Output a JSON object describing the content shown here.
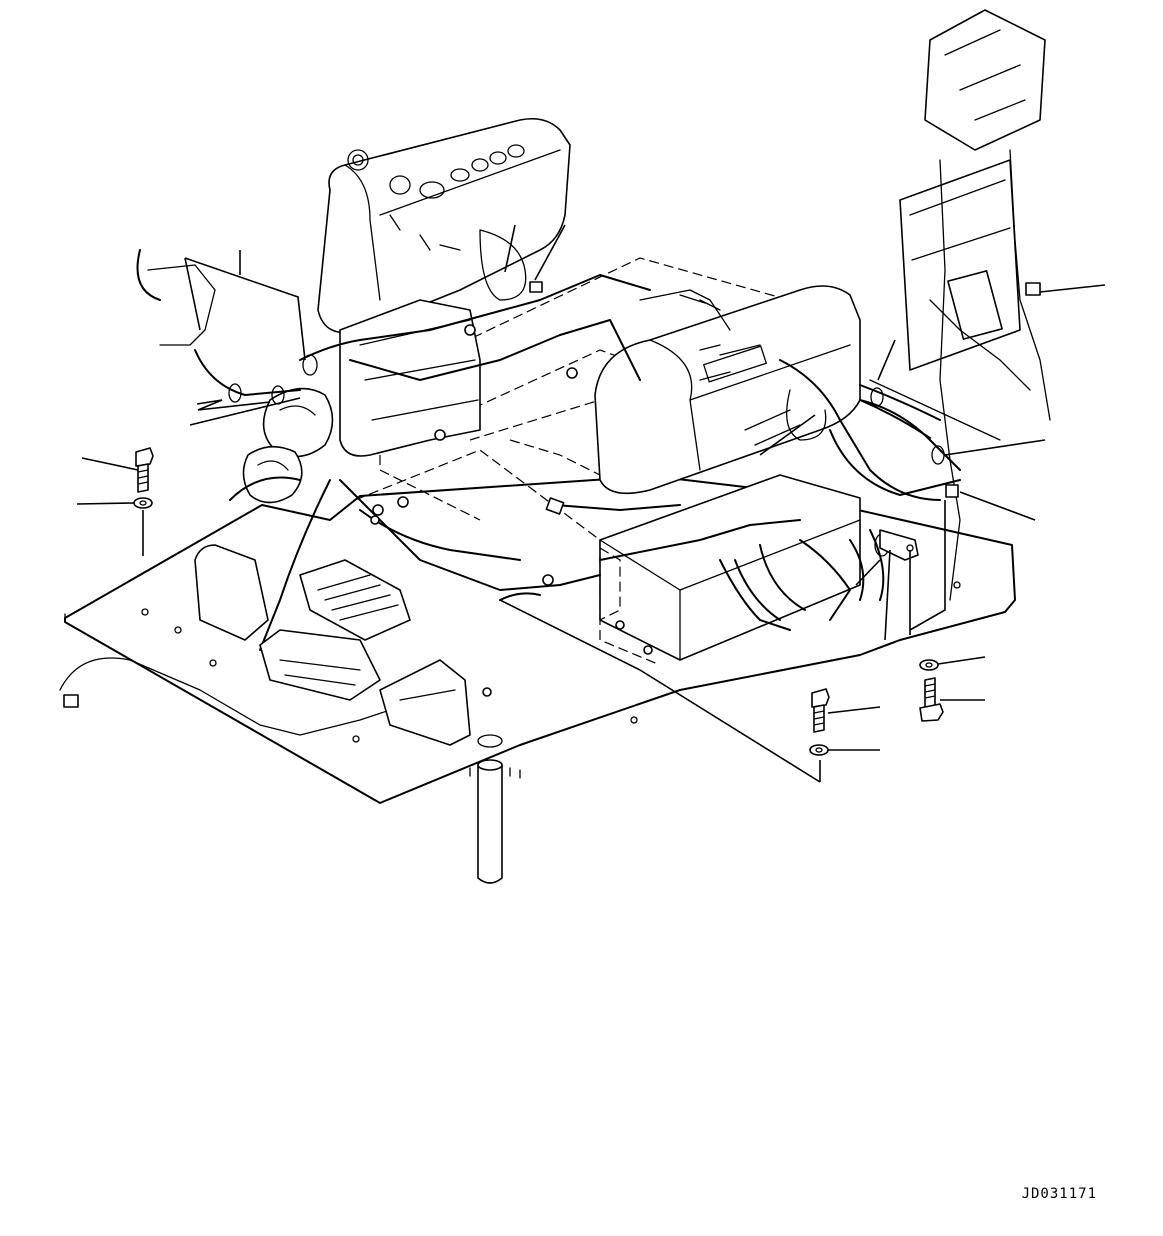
{
  "drawing_code": "JD031171",
  "icons": {
    "floor_plate": "floor-plate",
    "harness": "wiring-harness",
    "bolt": "bolt",
    "washer": "washer",
    "clamp": "clamp",
    "connector": "connector"
  }
}
